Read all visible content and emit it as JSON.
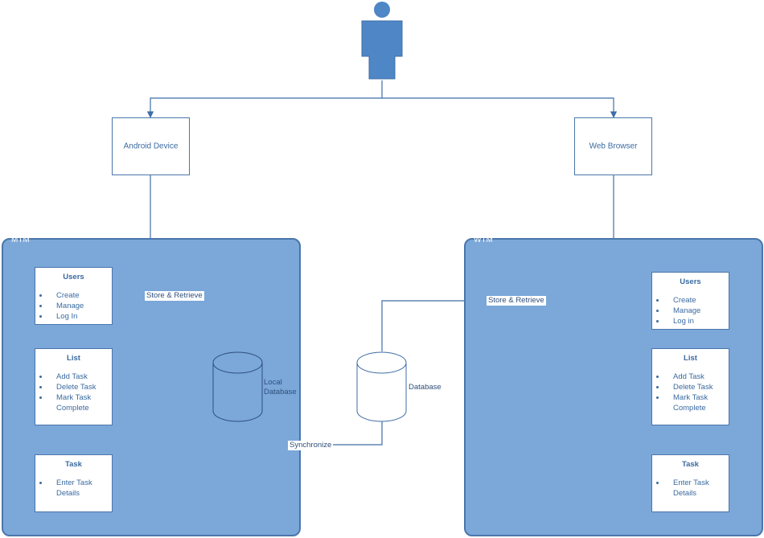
{
  "colors": {
    "panel_fill": "#7ba7d9",
    "panel_border": "#4a76ab",
    "line": "#3f6ea6",
    "text": "#3a6aa0",
    "person": "#4e86c6"
  },
  "actor": {
    "icon": "person-icon"
  },
  "devices": {
    "android": {
      "label": "Android Device"
    },
    "web": {
      "label": "Web Browser"
    }
  },
  "mtm": {
    "title": "MTM",
    "users": {
      "title": "Users",
      "items": [
        "Create",
        "Manage",
        "Log In"
      ]
    },
    "list": {
      "title": "List",
      "items": [
        "Add Task",
        "Delete Task",
        "Mark Task\nComplete"
      ]
    },
    "task": {
      "title": "Task",
      "items": [
        "Enter Task\nDetails"
      ]
    },
    "store_label": "Store & Retrieve",
    "database_label": "Local\nDatabase"
  },
  "wtm": {
    "title": "WTM",
    "users": {
      "title": "Users",
      "items": [
        "Create",
        "Manage",
        "Log in"
      ]
    },
    "list": {
      "title": "List",
      "items": [
        "Add Task",
        "Delete Task",
        "Mark Task\nComplete"
      ]
    },
    "task": {
      "title": "Task",
      "items": [
        "Enter Task\nDetails"
      ]
    },
    "store_label": "Store & Retrieve"
  },
  "database": {
    "label": "Database"
  },
  "sync_label": "Synchronize"
}
